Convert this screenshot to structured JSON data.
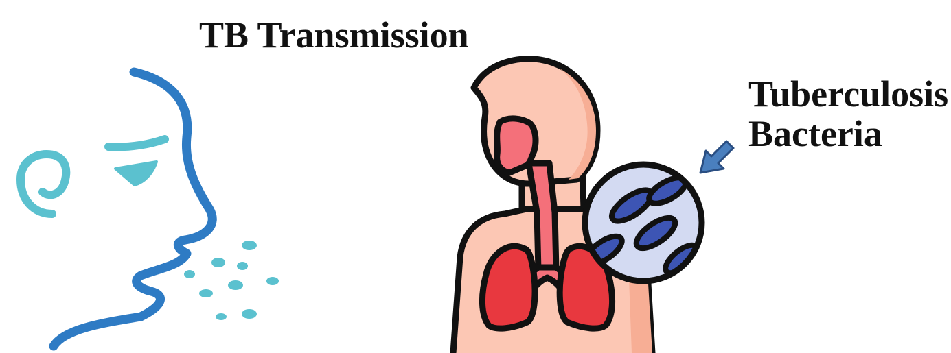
{
  "title": "TB Transmission",
  "label": {
    "line1": "Tuberculosis",
    "line2": "Bacteria"
  },
  "colors": {
    "face_line": "#2e7bc4",
    "face_accent": "#5bc1cf",
    "droplets": "#5bc1cf",
    "outline": "#111111",
    "skin": "#fcc7b4",
    "skin_shade": "#f7ae95",
    "airway": "#f4707a",
    "lung": "#e8383f",
    "magnifier_bg": "#d3daf2",
    "magnifier_shade": "#a8b5e6",
    "bacteria": "#3d55b4",
    "arrow": "#4a7fbe",
    "arrow_stroke": "#2a4e82"
  }
}
